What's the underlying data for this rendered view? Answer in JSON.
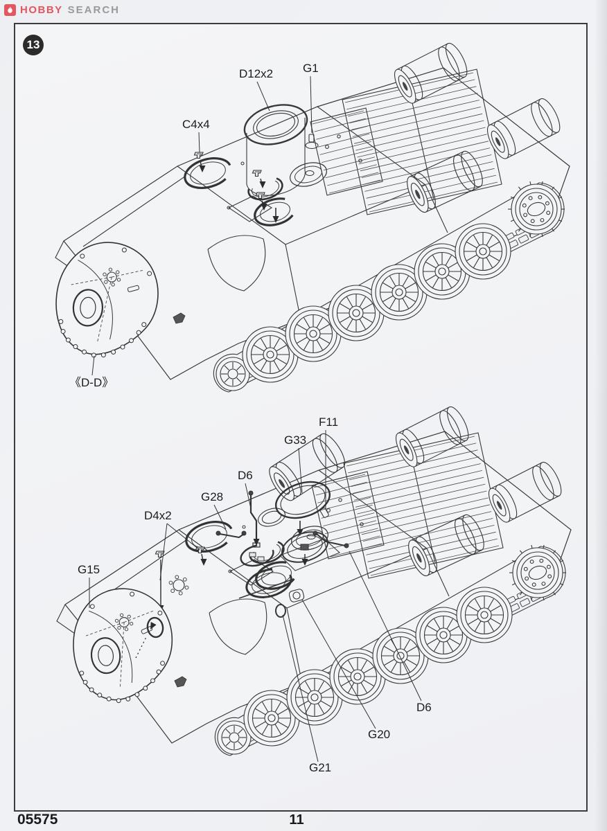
{
  "header": {
    "logo_icon": "flame-icon",
    "brand_primary": "HOBBY",
    "brand_secondary": "SEARCH"
  },
  "step": {
    "number": "13"
  },
  "footer": {
    "kit_number": "05575",
    "page_number": "11"
  },
  "colors": {
    "brand_red": "#e2565f",
    "brand_gray": "#9a9a9a",
    "line": "#383838",
    "paper": "#f3f4f6"
  },
  "diagrams": {
    "top": {
      "description": "assembly-view-upper",
      "labels": {
        "d12x2": "D12x2",
        "g1": "G1",
        "c4x4": "C4x4",
        "dd": "《D-D》"
      }
    },
    "bottom": {
      "description": "assembly-view-lower",
      "labels": {
        "f11": "F11",
        "g33": "G33",
        "d6_upper": "D6",
        "g28": "G28",
        "d4x2": "D4x2",
        "g15": "G15",
        "d6_lower": "D6",
        "g20": "G20",
        "g21": "G21"
      }
    }
  }
}
